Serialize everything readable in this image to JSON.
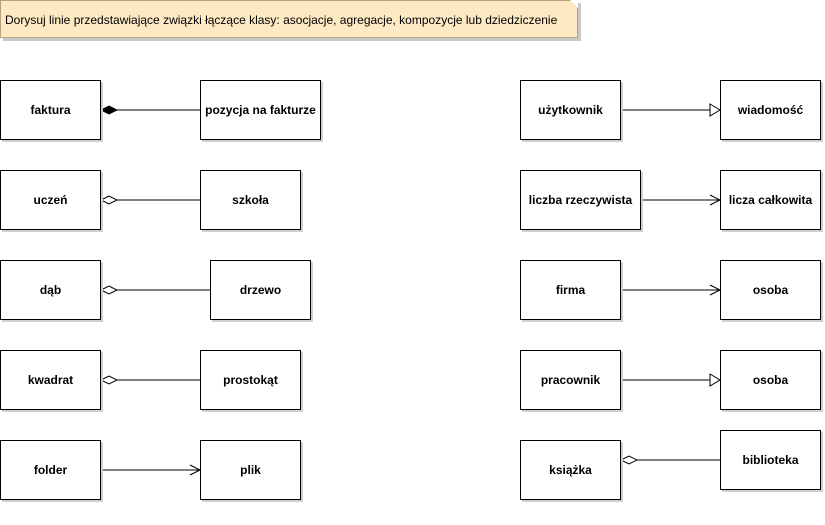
{
  "instruction": "Dorysuj linie przedstawiające związki łączące klasy: asocjacje, agregacje, kompozycje lub dziedziczenie",
  "colors": {
    "note_bg": "#fde9c4",
    "line": "#000000",
    "box_border": "#000000"
  },
  "pairs": [
    {
      "left": "faktura",
      "right": "pozycja na fakturze",
      "relation": "composition"
    },
    {
      "left": "uczeń",
      "right": "szkoła",
      "relation": "aggregation"
    },
    {
      "left": "dąb",
      "right": "drzewo",
      "relation": "aggregation"
    },
    {
      "left": "kwadrat",
      "right": "prostokąt",
      "relation": "aggregation"
    },
    {
      "left": "folder",
      "right": "plik",
      "relation": "association"
    },
    {
      "left": "użytkownik",
      "right": "wiadomość",
      "relation": "generalization"
    },
    {
      "left": "liczba rzeczywista",
      "right": "licza całkowita",
      "relation": "association"
    },
    {
      "left": "firma",
      "right": "osoba",
      "relation": "association"
    },
    {
      "left": "pracownik",
      "right": "osoba",
      "relation": "generalization"
    },
    {
      "left": "książka",
      "right": "biblioteka",
      "relation": "aggregation"
    }
  ]
}
